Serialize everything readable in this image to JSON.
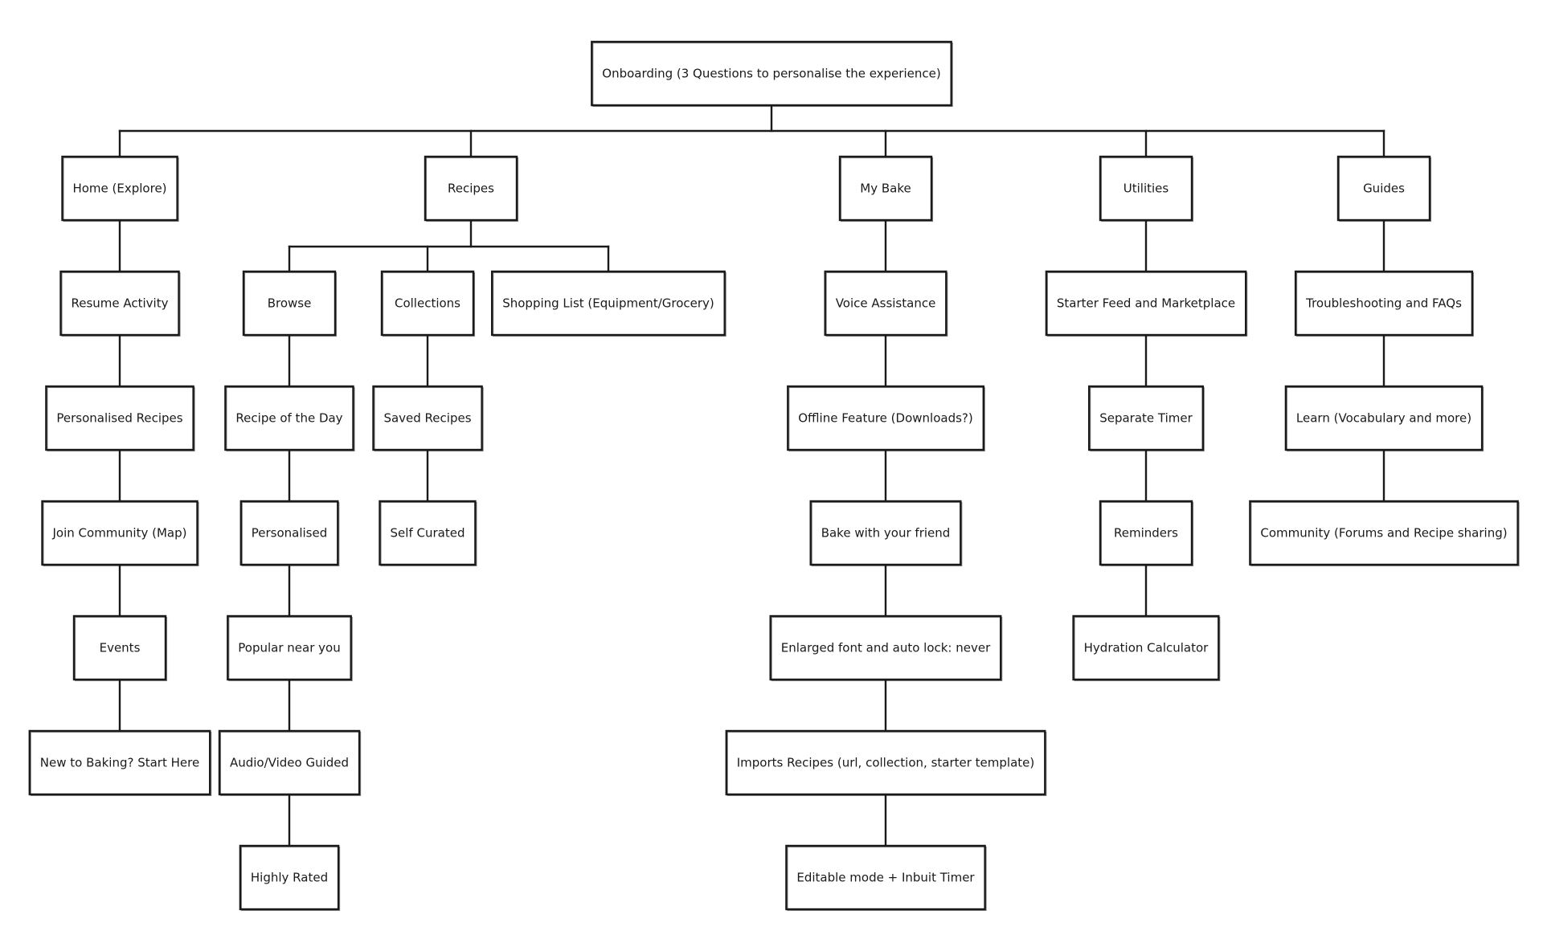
{
  "colors": {
    "ink": "#1a1a1a",
    "background": "#ffffff"
  },
  "root": {
    "id": "onboarding",
    "label": "Onboarding (3 Questions to personalise the experience)"
  },
  "sections": [
    {
      "id": "home",
      "label": "Home (Explore)",
      "chain": [
        "Resume Activity",
        "Personalised Recipes",
        "Join Community (Map)",
        "Events",
        "New to Baking? Start Here"
      ]
    },
    {
      "id": "recipes",
      "label": "Recipes",
      "subsections": [
        {
          "id": "browse",
          "label": "Browse",
          "chain": [
            "Recipe of the Day",
            "Personalised",
            "Popular near you",
            "Audio/Video Guided",
            "Highly Rated"
          ]
        },
        {
          "id": "collections",
          "label": "Collections",
          "chain": [
            "Saved Recipes",
            "Self Curated"
          ]
        },
        {
          "id": "shopping",
          "label": "Shopping List (Equipment/Grocery)",
          "chain": []
        }
      ]
    },
    {
      "id": "mybake",
      "label": "My Bake",
      "chain": [
        "Voice Assistance",
        "Offline Feature (Downloads?)",
        "Bake with your friend",
        "Enlarged font and auto lock: never",
        "Imports Recipes (url, collection, starter template)",
        "Editable mode + Inbuit Timer"
      ]
    },
    {
      "id": "utilities",
      "label": "Utilities",
      "chain": [
        "Starter Feed and Marketplace",
        "Separate Timer",
        "Reminders",
        "Hydration Calculator"
      ]
    },
    {
      "id": "guides",
      "label": "Guides",
      "chain": [
        "Troubleshooting and FAQs",
        "Learn (Vocabulary and more)",
        "Community (Forums and Recipe sharing)"
      ]
    }
  ]
}
